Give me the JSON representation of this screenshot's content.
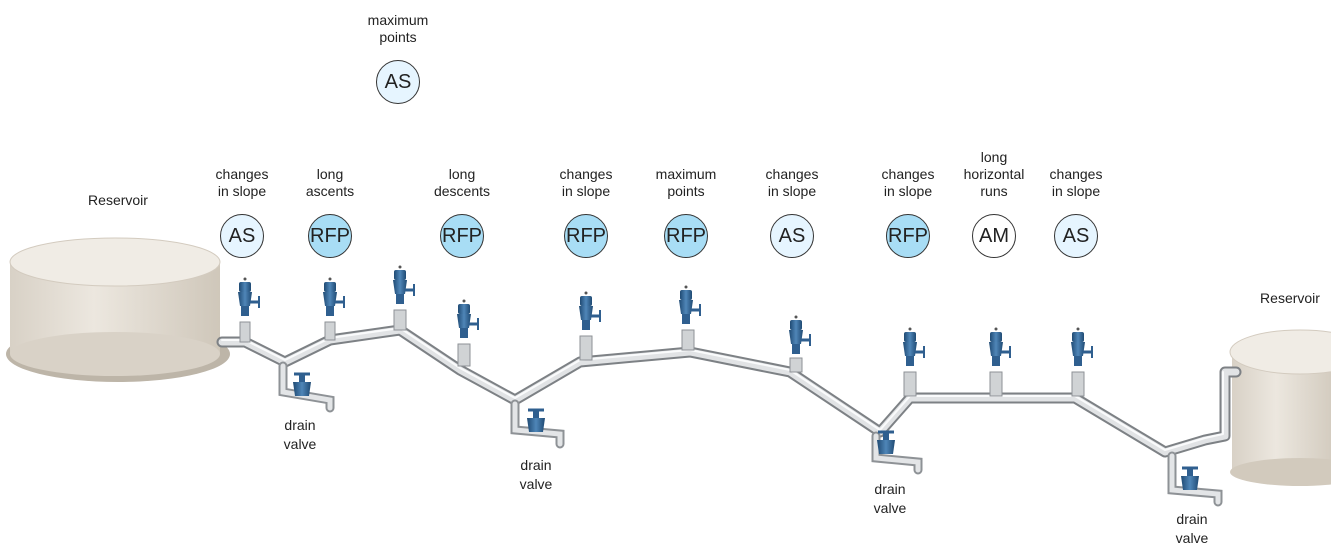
{
  "reservoirs": [
    {
      "label": "Reservoir"
    },
    {
      "label": "Reservoir"
    }
  ],
  "top_feature": {
    "text": "maximum\npoints",
    "code": "AS"
  },
  "features": [
    {
      "text": "changes\nin slope",
      "code": "AS"
    },
    {
      "text": "long\nascents",
      "code": "RFP"
    },
    {
      "text": "long\ndescents",
      "code": "RFP"
    },
    {
      "text": "changes\nin slope",
      "code": "RFP"
    },
    {
      "text": "maximum\npoints",
      "code": "RFP"
    },
    {
      "text": "changes\nin slope",
      "code": "AS"
    },
    {
      "text": "changes\nin slope",
      "code": "RFP"
    },
    {
      "text": "long\nhorizontal\nruns",
      "code": "AM"
    },
    {
      "text": "changes\nin slope",
      "code": "AS"
    }
  ],
  "drains": [
    {
      "label": "drain\nvalve"
    },
    {
      "label": "drain\nvalve"
    },
    {
      "label": "drain\nvalve"
    },
    {
      "label": "drain\nvalve"
    }
  ],
  "colors": {
    "AS": "#e6f5ff",
    "RFP": "#a8ddf5",
    "AM": "#ffffff",
    "valve": "#2f5f8f",
    "pipe": "#d6d8da",
    "reservoir": "#e3ddd3"
  }
}
